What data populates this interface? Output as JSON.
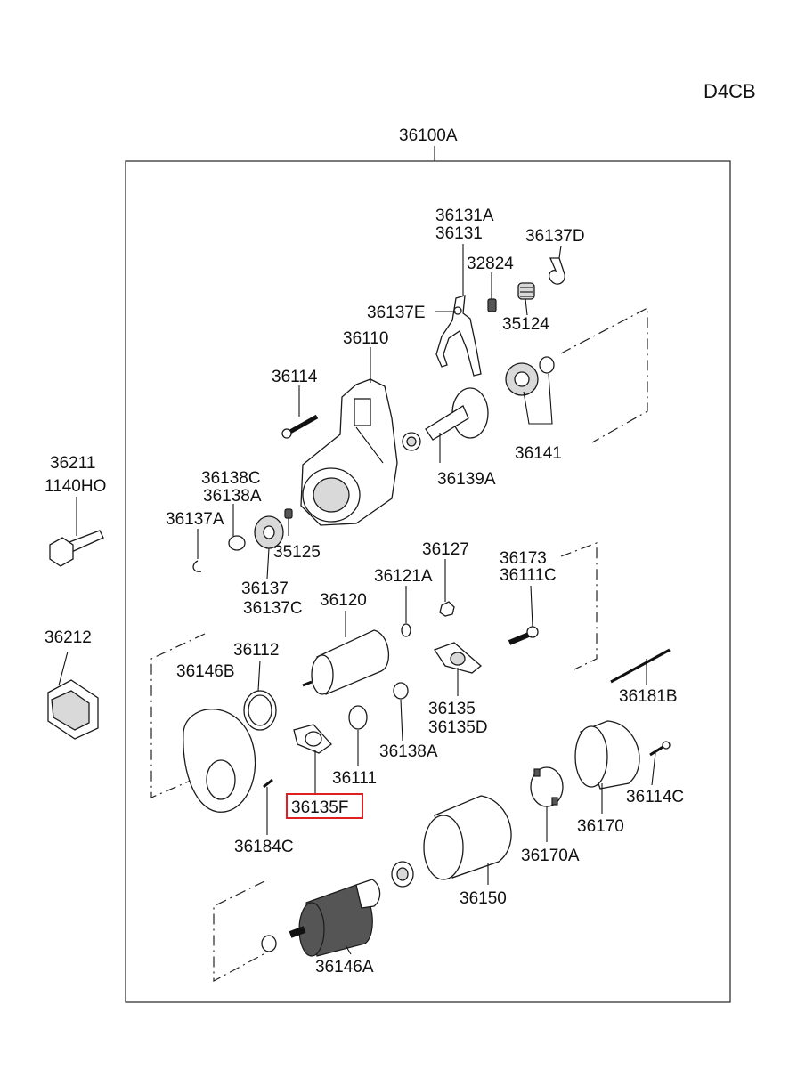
{
  "engine_code": "D4CB",
  "assembly_number": "36100A",
  "highlight_color": "#e02020",
  "highlighted_part": "36135F",
  "labels": {
    "p36131A": "36131A",
    "p36131": "36131",
    "p36137D": "36137D",
    "p32824": "32824",
    "p36137E": "36137E",
    "p35124": "35124",
    "p36110": "36110",
    "p36114": "36114",
    "p36141": "36141",
    "p36139A": "36139A",
    "p36211": "36211",
    "p1140HO": "1140HO",
    "p36138C": "36138C",
    "p36138A_top": "36138A",
    "p36137A": "36137A",
    "p35125": "35125",
    "p36137": "36137",
    "p36137C": "36137C",
    "p36127": "36127",
    "p36121A": "36121A",
    "p36173": "36173",
    "p36111C": "36111C",
    "p36120": "36120",
    "p36212": "36212",
    "p36112": "36112",
    "p36146B": "36146B",
    "p36181B": "36181B",
    "p36135": "36135",
    "p36135D": "36135D",
    "p36138A_bot": "36138A",
    "p36111": "36111",
    "p36135F": "36135F",
    "p36114C": "36114C",
    "p36170": "36170",
    "p36184C": "36184C",
    "p36170A": "36170A",
    "p36150": "36150",
    "p36146A": "36146A"
  }
}
